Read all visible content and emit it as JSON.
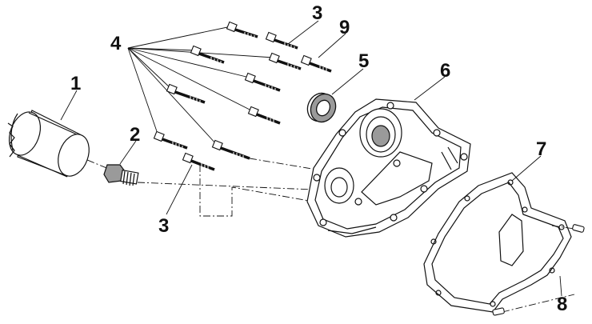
{
  "callouts": {
    "c1": "1",
    "c2": "2",
    "c3_top": "3",
    "c3_bottom": "3",
    "c4": "4",
    "c5": "5",
    "c6": "6",
    "c7": "7",
    "c8": "8",
    "c9": "9"
  },
  "colors": {
    "line": "#111111",
    "fill": "#ffffff",
    "shade": "#9a9a9a"
  }
}
